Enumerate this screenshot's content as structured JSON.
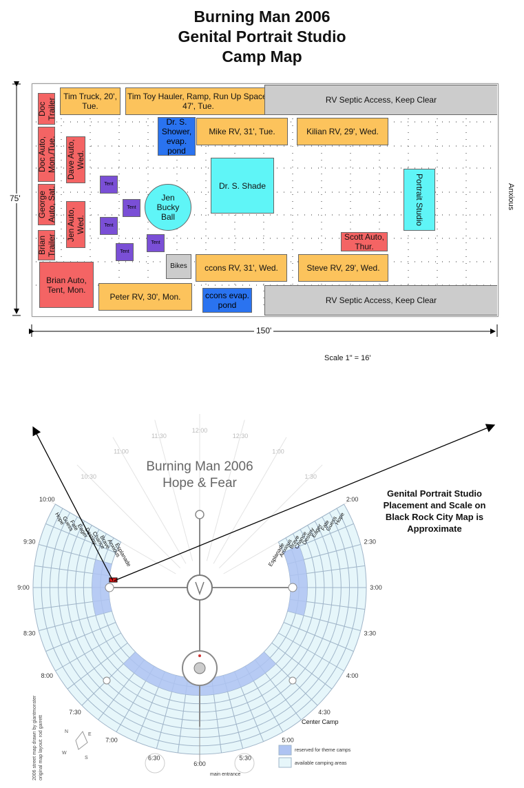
{
  "title": {
    "line1": "Burning Man 2006",
    "line2": "Genital Portrait Studio",
    "line3": "Camp Map"
  },
  "camp_map": {
    "boxes": {
      "doc_trailer": "Doc Trailer",
      "doc_auto": "Doc Auto, Mon./Tue.",
      "george_auto": "George Auto, Sat.",
      "brian_trailer": "Brian Trailer",
      "tim_truck": "Tim Truck, 20', Tue.",
      "tim_toy_hauler": "Tim Toy Hauler, Ramp, Run Up Space, 47', Tue.",
      "rv_septic_top": "RV Septic Access, Keep Clear",
      "dr_s_shower": "Dr. S. Shower, evap. pond",
      "mike_rv": "Mike RV, 31', Tue.",
      "kilian_rv": "Kilian RV, 29', Wed.",
      "dave_auto": "Dave Auto, Wed.",
      "jen_auto": "Jen Auto, Wed.",
      "tent": "Tent",
      "jen_bucky_ball": "Jen Bucky Ball",
      "dr_s_shade": "Dr. S. Shade",
      "portrait_studio": "Portrait Studio",
      "scott_auto": "Scott Auto, Thur.",
      "bikes": "Bikes",
      "ccons_rv": "ccons RV, 31', Wed.",
      "steve_rv": "Steve RV, 29', Wed.",
      "brian_auto": "Brian Auto, Tent, Mon.",
      "peter_rv": "Peter RV, 30', Mon.",
      "ccons_pond": "ccons evap. pond",
      "rv_septic_bottom": "RV Septic Access, Keep Clear"
    },
    "side_label": "Anxious",
    "height_dim": "75'",
    "width_dim": "150'",
    "scale": "Scale 1\" = 16'",
    "colors": {
      "auto": "#f46464",
      "rv": "#fcc35c",
      "pond": "#2a73f0",
      "shade": "#5ff5f7",
      "septic": "#cccccc",
      "tent": "#7a4fd6"
    }
  },
  "city_map": {
    "title_line1": "Burning Man 2006",
    "title_line2": "Hope & Fear",
    "clock": [
      "2:00",
      "2:30",
      "3:00",
      "3:30",
      "4:00",
      "4:30",
      "5:00",
      "5:30",
      "6:00",
      "6:30",
      "7:00",
      "7:30",
      "8:00",
      "8:30",
      "9:00",
      "9:30",
      "10:00",
      "10:30",
      "11:00",
      "11:30",
      "12:00",
      "12:30",
      "1:00",
      "1:30"
    ],
    "streets": [
      "Hope",
      "Guess",
      "Fate",
      "Eager",
      "Destiny",
      "Chance",
      "Brave",
      "Anxious",
      "Esplanade"
    ],
    "center_camp": "Center Camp",
    "main_entrance": "main entrance",
    "legend": {
      "reserved": "reserved for theme camps",
      "available": "available camping areas",
      "reserved_color": "#aec3f2",
      "available_color": "#e6f6fa"
    },
    "credit_line1": "2006 street map drawn by giantmonster",
    "credit_line2": "original map layout: rod garrett",
    "compass": [
      "N",
      "E",
      "S",
      "W"
    ]
  },
  "note": "Genital Portrait Studio Placement and Scale on Black Rock City Map is Approximate"
}
